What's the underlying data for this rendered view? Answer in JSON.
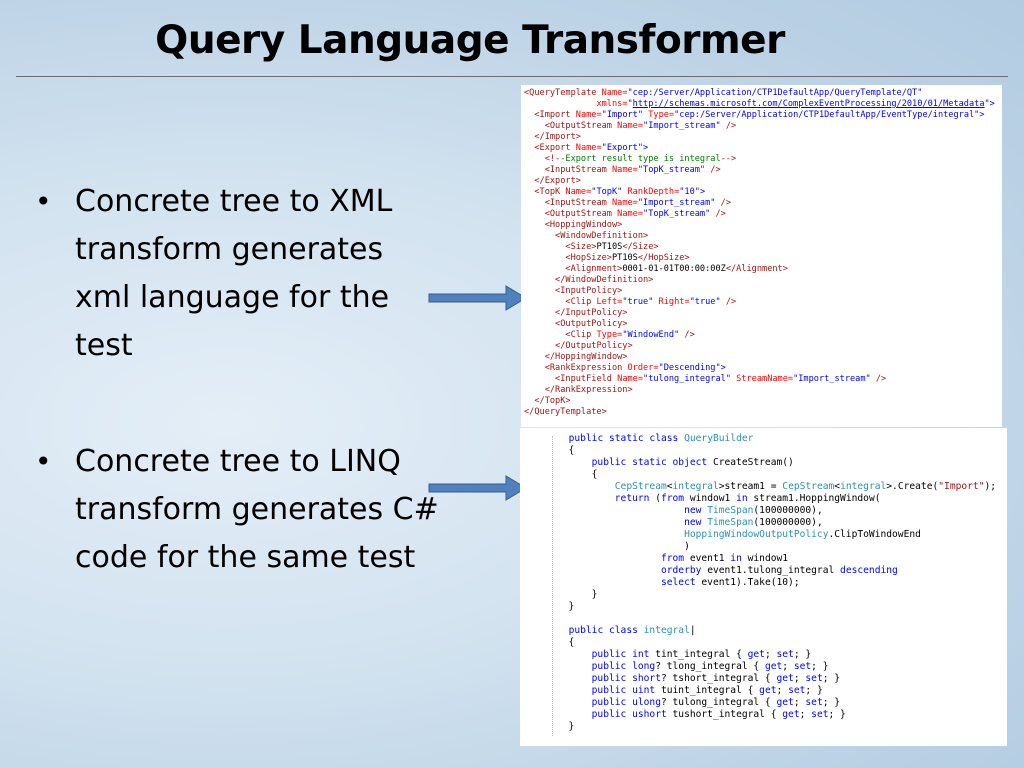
{
  "slide": {
    "title": "Query Language Transformer",
    "bullets": [
      {
        "marker": "•",
        "lines": [
          "Concrete tree to XML",
          "transform generates",
          "xml language for the",
          "test"
        ]
      },
      {
        "marker": "•",
        "lines": [
          "Concrete tree to LINQ",
          "transform generates C#",
          "code for the same test"
        ]
      }
    ]
  },
  "colors": {
    "arrow_fill": "#4f81bd",
    "arrow_stroke": "#385d8a",
    "xml_tag": "#a31515",
    "xml_attr": "#ff0000",
    "xml_value": "#0000ff",
    "xml_comment": "#008000",
    "cs_keyword": "#0000ff",
    "cs_type": "#2b91af",
    "cs_string": "#a31515"
  },
  "xml_code": [
    [
      [
        "tag",
        "<QueryTemplate "
      ],
      [
        "attr",
        "Name="
      ],
      [
        "val",
        "\"cep:/Server/Application/CTP1DefaultApp/QueryTemplate/QT\""
      ]
    ],
    [
      [
        "txt",
        "              "
      ],
      [
        "attr",
        "xmlns="
      ],
      [
        "val",
        "\""
      ],
      [
        "link",
        "http://schemas.microsoft.com/ComplexEventProcessing/2010/01/Metadata"
      ],
      [
        "val",
        "\">"
      ]
    ],
    [
      [
        "txt",
        "  "
      ],
      [
        "tag",
        "<Import "
      ],
      [
        "attr",
        "Name="
      ],
      [
        "val",
        "\"Import\" "
      ],
      [
        "attr",
        "Type="
      ],
      [
        "val",
        "\"cep:/Server/Application/CTP1DefaultApp/EventType/integral\">"
      ]
    ],
    [
      [
        "txt",
        "    "
      ],
      [
        "tag",
        "<OutputStream "
      ],
      [
        "attr",
        "Name="
      ],
      [
        "val",
        "\"Import_stream\" "
      ],
      [
        "tag",
        "/>"
      ]
    ],
    [
      [
        "txt",
        "  "
      ],
      [
        "tag",
        "</Import>"
      ]
    ],
    [
      [
        "txt",
        "  "
      ],
      [
        "tag",
        "<Export "
      ],
      [
        "attr",
        "Name="
      ],
      [
        "val",
        "\"Export\">"
      ]
    ],
    [
      [
        "txt",
        "    "
      ],
      [
        "tag",
        "<!--"
      ],
      [
        "com",
        "Export result type is integral"
      ],
      [
        "tag",
        "-->"
      ]
    ],
    [
      [
        "txt",
        "    "
      ],
      [
        "tag",
        "<InputStream "
      ],
      [
        "attr",
        "Name="
      ],
      [
        "val",
        "\"TopK_stream\" "
      ],
      [
        "tag",
        "/>"
      ]
    ],
    [
      [
        "txt",
        "  "
      ],
      [
        "tag",
        "</Export>"
      ]
    ],
    [
      [
        "txt",
        "  "
      ],
      [
        "tag",
        "<TopK "
      ],
      [
        "attr",
        "Name="
      ],
      [
        "val",
        "\"TopK\" "
      ],
      [
        "attr",
        "RankDepth="
      ],
      [
        "val",
        "\"10\">"
      ]
    ],
    [
      [
        "txt",
        "    "
      ],
      [
        "tag",
        "<InputStream "
      ],
      [
        "attr",
        "Name="
      ],
      [
        "val",
        "\"Import_stream\" "
      ],
      [
        "tag",
        "/>"
      ]
    ],
    [
      [
        "txt",
        "    "
      ],
      [
        "tag",
        "<OutputStream "
      ],
      [
        "attr",
        "Name="
      ],
      [
        "val",
        "\"TopK_stream\" "
      ],
      [
        "tag",
        "/>"
      ]
    ],
    [
      [
        "txt",
        "    "
      ],
      [
        "tag",
        "<HoppingWindow>"
      ]
    ],
    [
      [
        "txt",
        "      "
      ],
      [
        "tag",
        "<WindowDefinition>"
      ]
    ],
    [
      [
        "txt",
        "        "
      ],
      [
        "tag",
        "<Size>"
      ],
      [
        "txt",
        "PT10S"
      ],
      [
        "tag",
        "</Size>"
      ]
    ],
    [
      [
        "txt",
        "        "
      ],
      [
        "tag",
        "<HopSize>"
      ],
      [
        "txt",
        "PT10S"
      ],
      [
        "tag",
        "</HopSize>"
      ]
    ],
    [
      [
        "txt",
        "        "
      ],
      [
        "tag",
        "<Alignment>"
      ],
      [
        "txt",
        "0001-01-01T00:00:00Z"
      ],
      [
        "tag",
        "</Alignment>"
      ]
    ],
    [
      [
        "txt",
        "      "
      ],
      [
        "tag",
        "</WindowDefinition>"
      ]
    ],
    [
      [
        "txt",
        "      "
      ],
      [
        "tag",
        "<InputPolicy>"
      ]
    ],
    [
      [
        "txt",
        "        "
      ],
      [
        "tag",
        "<Clip "
      ],
      [
        "attr",
        "Left="
      ],
      [
        "val",
        "\"true\" "
      ],
      [
        "attr",
        "Right="
      ],
      [
        "val",
        "\"true\" "
      ],
      [
        "tag",
        "/>"
      ]
    ],
    [
      [
        "txt",
        "      "
      ],
      [
        "tag",
        "</InputPolicy>"
      ]
    ],
    [
      [
        "txt",
        "      "
      ],
      [
        "tag",
        "<OutputPolicy>"
      ]
    ],
    [
      [
        "txt",
        "        "
      ],
      [
        "tag",
        "<Clip "
      ],
      [
        "attr",
        "Type="
      ],
      [
        "val",
        "\"WindowEnd\" "
      ],
      [
        "tag",
        "/>"
      ]
    ],
    [
      [
        "txt",
        "      "
      ],
      [
        "tag",
        "</OutputPolicy>"
      ]
    ],
    [
      [
        "txt",
        "    "
      ],
      [
        "tag",
        "</HoppingWindow>"
      ]
    ],
    [
      [
        "txt",
        "    "
      ],
      [
        "tag",
        "<RankExpression "
      ],
      [
        "attr",
        "Order="
      ],
      [
        "val",
        "\"Descending\">"
      ]
    ],
    [
      [
        "txt",
        "      "
      ],
      [
        "tag",
        "<InputField "
      ],
      [
        "attr",
        "Name="
      ],
      [
        "val",
        "\"tulong_integral\" "
      ],
      [
        "attr",
        "StreamName="
      ],
      [
        "val",
        "\"Import_stream\" "
      ],
      [
        "tag",
        "/>"
      ]
    ],
    [
      [
        "txt",
        "    "
      ],
      [
        "tag",
        "</RankExpression>"
      ]
    ],
    [
      [
        "txt",
        "  "
      ],
      [
        "tag",
        "</TopK>"
      ]
    ],
    [
      [
        "tag",
        "</QueryTemplate>"
      ]
    ]
  ],
  "cs_code": [
    [
      [
        "txt",
        "  "
      ],
      [
        "kw",
        "public static class "
      ],
      [
        "type",
        "QueryBuilder"
      ]
    ],
    [
      [
        "txt",
        "  {"
      ]
    ],
    [
      [
        "txt",
        "      "
      ],
      [
        "kw",
        "public static object "
      ],
      [
        "txt",
        "CreateStream()"
      ]
    ],
    [
      [
        "txt",
        "      {"
      ]
    ],
    [
      [
        "txt",
        "          "
      ],
      [
        "type",
        "CepStream"
      ],
      [
        "txt",
        "<"
      ],
      [
        "type",
        "integral"
      ],
      [
        "txt",
        ">stream1 = "
      ],
      [
        "type",
        "CepStream"
      ],
      [
        "txt",
        "<"
      ],
      [
        "type",
        "integral"
      ],
      [
        "txt",
        ">.Create("
      ],
      [
        "str",
        "\"Import\""
      ],
      [
        "txt",
        ");"
      ]
    ],
    [
      [
        "txt",
        "          "
      ],
      [
        "kw",
        "return "
      ],
      [
        "txt",
        "("
      ],
      [
        "kw",
        "from "
      ],
      [
        "txt",
        "window1 "
      ],
      [
        "kw",
        "in "
      ],
      [
        "txt",
        "stream1.HoppingWindow("
      ]
    ],
    [
      [
        "txt",
        "                      "
      ],
      [
        "kw",
        "new "
      ],
      [
        "type",
        "TimeSpan"
      ],
      [
        "txt",
        "(100000000),"
      ]
    ],
    [
      [
        "txt",
        "                      "
      ],
      [
        "kw",
        "new "
      ],
      [
        "type",
        "TimeSpan"
      ],
      [
        "txt",
        "(100000000),"
      ]
    ],
    [
      [
        "txt",
        "                      "
      ],
      [
        "type",
        "HoppingWindowOutputPolicy"
      ],
      [
        "txt",
        ".ClipToWindowEnd"
      ]
    ],
    [
      [
        "txt",
        "                      )"
      ]
    ],
    [
      [
        "txt",
        "                  "
      ],
      [
        "kw",
        "from "
      ],
      [
        "txt",
        "event1 "
      ],
      [
        "kw",
        "in "
      ],
      [
        "txt",
        "window1"
      ]
    ],
    [
      [
        "txt",
        "                  "
      ],
      [
        "kw",
        "orderby "
      ],
      [
        "txt",
        "event1.tulong_integral "
      ],
      [
        "kw",
        "descending"
      ]
    ],
    [
      [
        "txt",
        "                  "
      ],
      [
        "kw",
        "select "
      ],
      [
        "txt",
        "event1).Take(10);"
      ]
    ],
    [
      [
        "txt",
        "      }"
      ]
    ],
    [
      [
        "txt",
        "  }"
      ]
    ],
    [
      [
        "txt",
        ""
      ]
    ],
    [
      [
        "txt",
        "  "
      ],
      [
        "kw",
        "public class "
      ],
      [
        "type",
        "integral"
      ],
      [
        "txt",
        "|"
      ]
    ],
    [
      [
        "txt",
        "  {"
      ]
    ],
    [
      [
        "txt",
        "      "
      ],
      [
        "kw",
        "public int "
      ],
      [
        "txt",
        "tint_integral { "
      ],
      [
        "kw",
        "get"
      ],
      [
        "txt",
        "; "
      ],
      [
        "kw",
        "set"
      ],
      [
        "txt",
        "; }"
      ]
    ],
    [
      [
        "txt",
        "      "
      ],
      [
        "kw",
        "public long"
      ],
      [
        "txt",
        "? tlong_integral { "
      ],
      [
        "kw",
        "get"
      ],
      [
        "txt",
        "; "
      ],
      [
        "kw",
        "set"
      ],
      [
        "txt",
        "; }"
      ]
    ],
    [
      [
        "txt",
        "      "
      ],
      [
        "kw",
        "public short"
      ],
      [
        "txt",
        "? tshort_integral { "
      ],
      [
        "kw",
        "get"
      ],
      [
        "txt",
        "; "
      ],
      [
        "kw",
        "set"
      ],
      [
        "txt",
        "; }"
      ]
    ],
    [
      [
        "txt",
        "      "
      ],
      [
        "kw",
        "public uint "
      ],
      [
        "txt",
        "tuint_integral { "
      ],
      [
        "kw",
        "get"
      ],
      [
        "txt",
        "; "
      ],
      [
        "kw",
        "set"
      ],
      [
        "txt",
        "; }"
      ]
    ],
    [
      [
        "txt",
        "      "
      ],
      [
        "kw",
        "public ulong"
      ],
      [
        "txt",
        "? tulong_integral { "
      ],
      [
        "kw",
        "get"
      ],
      [
        "txt",
        "; "
      ],
      [
        "kw",
        "set"
      ],
      [
        "txt",
        "; }"
      ]
    ],
    [
      [
        "txt",
        "      "
      ],
      [
        "kw",
        "public ushort "
      ],
      [
        "txt",
        "tushort_integral { "
      ],
      [
        "kw",
        "get"
      ],
      [
        "txt",
        "; "
      ],
      [
        "kw",
        "set"
      ],
      [
        "txt",
        "; }"
      ]
    ],
    [
      [
        "txt",
        "  }"
      ]
    ]
  ]
}
